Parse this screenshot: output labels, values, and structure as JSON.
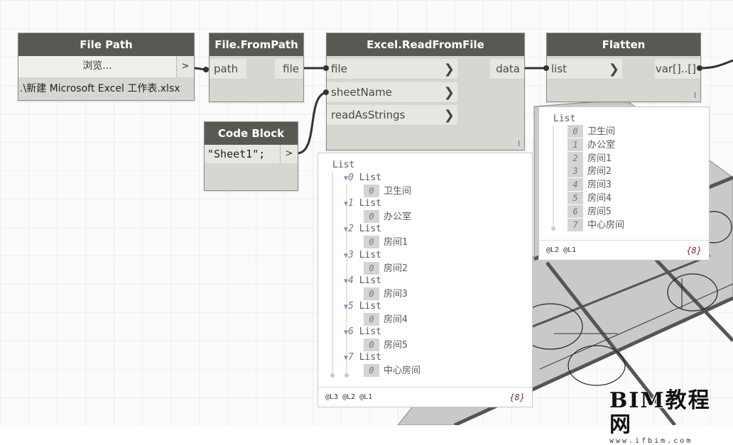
{
  "nodes": {
    "file_path": {
      "title": "File Path",
      "browse_label": "浏览...",
      "output_arrow": ">",
      "value": ".\\新建 Microsoft Excel 工作表.xlsx"
    },
    "file_from_path": {
      "title": "File.FromPath",
      "input": "path",
      "output": "file"
    },
    "excel_read": {
      "title": "Excel.ReadFromFile",
      "inputs": [
        "file",
        "sheetName",
        "readAsStrings"
      ],
      "output": "data",
      "lacing": "l"
    },
    "flatten": {
      "title": "Flatten",
      "input": "list",
      "output": "var[]..[]",
      "lacing": "l"
    },
    "code_block": {
      "title": "Code Block",
      "code": "\"Sheet1\";",
      "output_arrow": ">"
    }
  },
  "excel_preview": {
    "root_label": "List",
    "items": [
      {
        "index": "0",
        "label": "List",
        "sub_index": "0",
        "value": "卫生间"
      },
      {
        "index": "1",
        "label": "List",
        "sub_index": "0",
        "value": "办公室"
      },
      {
        "index": "2",
        "label": "List",
        "sub_index": "0",
        "value": "房间1"
      },
      {
        "index": "3",
        "label": "List",
        "sub_index": "0",
        "value": "房间2"
      },
      {
        "index": "4",
        "label": "List",
        "sub_index": "0",
        "value": "房间3"
      },
      {
        "index": "5",
        "label": "List",
        "sub_index": "0",
        "value": "房间4"
      },
      {
        "index": "6",
        "label": "List",
        "sub_index": "0",
        "value": "房间5"
      },
      {
        "index": "7",
        "label": "List",
        "sub_index": "0",
        "value": "中心房间"
      }
    ],
    "levels": "@L3 @L2 @L1",
    "count": "{8}"
  },
  "flatten_preview": {
    "root_label": "List",
    "items": [
      {
        "index": "0",
        "value": "卫生间"
      },
      {
        "index": "1",
        "value": "办公室"
      },
      {
        "index": "2",
        "value": "房间1"
      },
      {
        "index": "3",
        "value": "房间2"
      },
      {
        "index": "4",
        "value": "房间3"
      },
      {
        "index": "5",
        "value": "房间4"
      },
      {
        "index": "6",
        "value": "房间5"
      },
      {
        "index": "7",
        "value": "中心房间"
      }
    ],
    "levels": "@L2 @L1",
    "count": "{8}"
  },
  "watermark": {
    "main": "BIM教程网",
    "sub": "www.ifbim.com"
  }
}
